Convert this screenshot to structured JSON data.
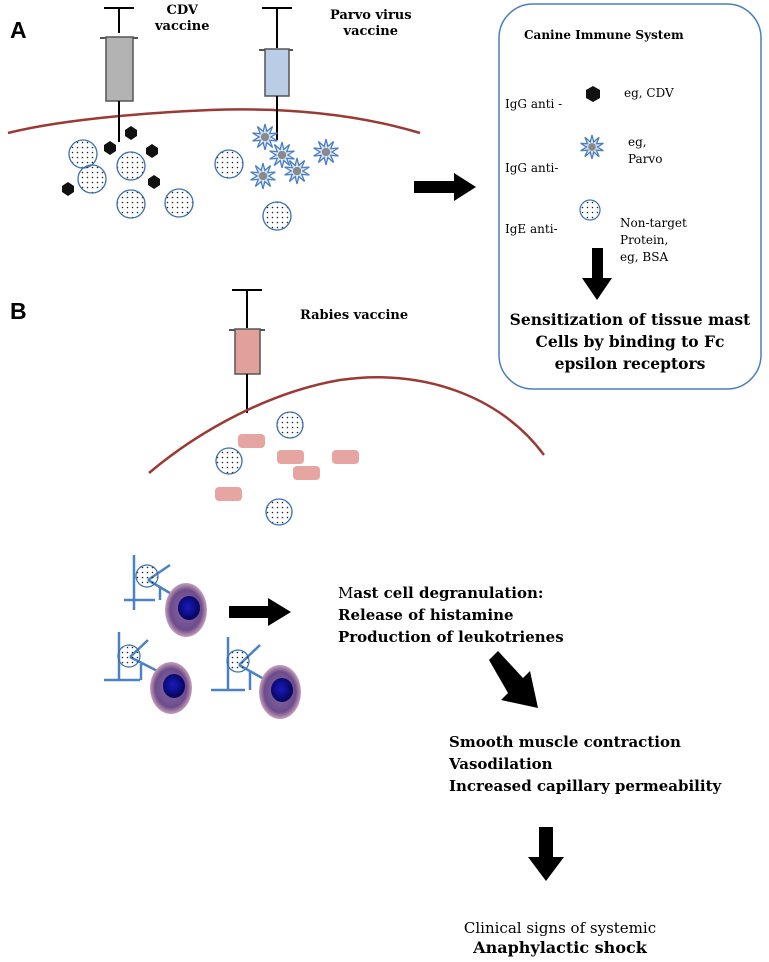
{
  "panels": {
    "a": "A",
    "b": "B"
  },
  "vaccines": {
    "cdv": "CDV\nvaccine",
    "parvo": "Parvo virus\nvaccine",
    "rabies": "Rabies vaccine"
  },
  "immune_box": {
    "title": "Canine Immune System",
    "rows": [
      {
        "antibody": "IgG anti -",
        "example": "eg, CDV"
      },
      {
        "antibody": "IgG anti-",
        "example": "eg,\nParvo"
      },
      {
        "antibody": "IgE anti-",
        "example": "Non-target\nProtein,\neg, BSA"
      }
    ],
    "sensitization": "Sensitization of tissue mast\nCells by binding to Fc\nepsilon receptors"
  },
  "mast_cell": {
    "prefix": "M",
    "title_rest": "ast cell degranulation:",
    "line2": "Release of histamine",
    "line3": "Production of leukotrienes"
  },
  "effects": [
    "Smooth muscle contraction",
    "Vasodilation",
    "Increased capillary permeability"
  ],
  "clinical": {
    "line1": "Clinical signs of systemic",
    "line2": "Anaphylactic shock"
  },
  "colors": {
    "skin": "#9b3a34",
    "box_border": "#4a7fc0",
    "syringe_cdv": "#b3b3b3",
    "syringe_parvo": "#b9cde6",
    "syringe_rabies": "#e2a09a",
    "rabies_antigen": "#e7a5a2",
    "receptor": "#4a82c4",
    "cell_outer": "#6d4c8c",
    "cell_nucleus": "#0a0a8a",
    "virus_star": "#4a7fc0",
    "arrow": "#000000"
  },
  "icons": [
    "syringe-icon",
    "hexagon-antigen-icon",
    "star-virus-icon",
    "dotted-protein-icon",
    "mast-cell-icon",
    "arrow-icon"
  ]
}
